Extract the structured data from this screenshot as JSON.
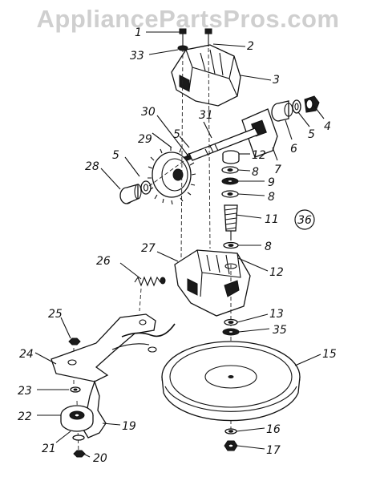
{
  "watermark": "AppliancePartsPros.com",
  "group_badge": "36",
  "labels": {
    "l1": "1",
    "l2": "2",
    "l3": "3",
    "l4": "4",
    "l5a": "5",
    "l5b": "5",
    "l5c": "5",
    "l6": "6",
    "l7": "7",
    "l8a": "8",
    "l8b": "8",
    "l8c": "8",
    "l9": "9",
    "l11": "11",
    "l12a": "12",
    "l12b": "12",
    "l13": "13",
    "l15": "15",
    "l16": "16",
    "l17": "17",
    "l19": "19",
    "l20": "20",
    "l21": "21",
    "l22": "22",
    "l23": "23",
    "l24": "24",
    "l25": "25",
    "l26": "26",
    "l27": "27",
    "l28": "28",
    "l29": "29",
    "l30": "30",
    "l31": "31",
    "l33": "33",
    "l35": "35"
  }
}
